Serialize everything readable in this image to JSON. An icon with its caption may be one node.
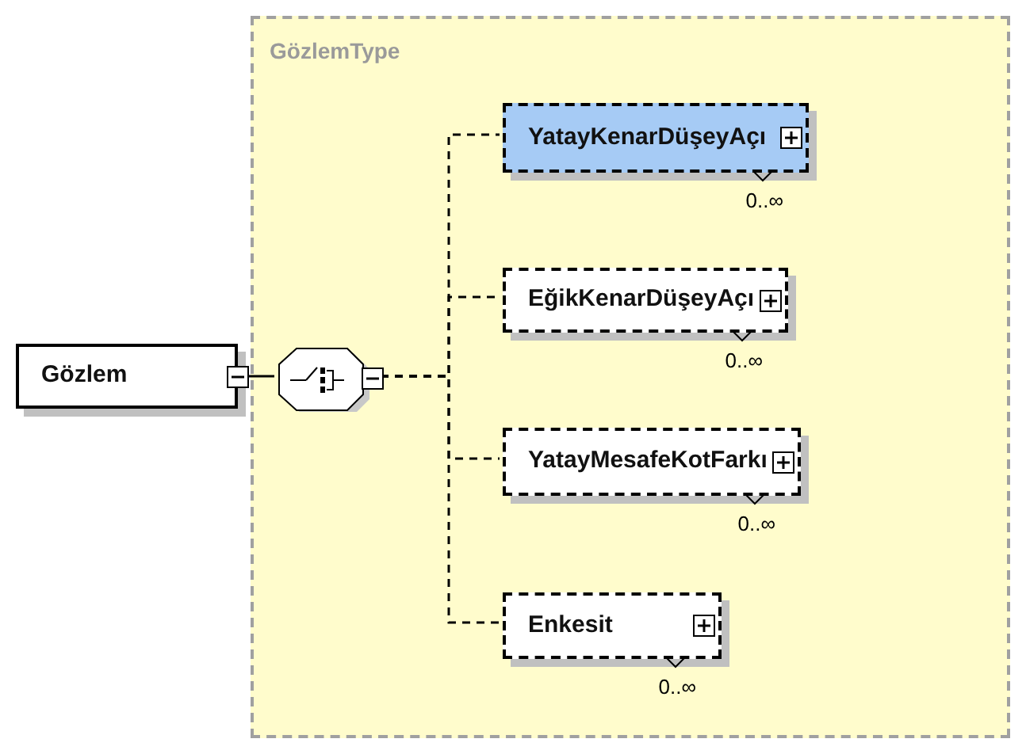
{
  "diagram": {
    "nodes": [
      {
        "text": [
          "Gözlem"
        ]
      },
      {
        "text": [
          "GözlemType"
        ]
      },
      {
        "text": [],
        "shape": "octagon",
        "in": 1
      },
      {
        "text": [
          "YatayKenarDüşeyAçı"
        ],
        "in": 1,
        "beside": [
          "0..∞"
        ]
      },
      {
        "text": [
          "EğikKenarDüşeyAçı"
        ],
        "in": 1,
        "beside": [
          "0..∞"
        ]
      },
      {
        "text": [
          "YatayMesafeKotFarkı"
        ],
        "in": 1,
        "beside": [
          "0..∞"
        ]
      },
      {
        "text": [
          "Enkesit"
        ],
        "in": 1,
        "beside": [
          "0..∞"
        ]
      }
    ],
    "edges": [
      {
        "from": 0,
        "to": 2,
        "arrow": "none"
      },
      {
        "from": 2,
        "to": 3,
        "arrow": "none",
        "style": "dashed"
      },
      {
        "from": 2,
        "to": 4,
        "arrow": "none",
        "style": "dashed"
      },
      {
        "from": 2,
        "to": 5,
        "arrow": "none",
        "style": "dashed"
      },
      {
        "from": 2,
        "to": 6,
        "arrow": "none",
        "style": "dashed"
      }
    ]
  }
}
